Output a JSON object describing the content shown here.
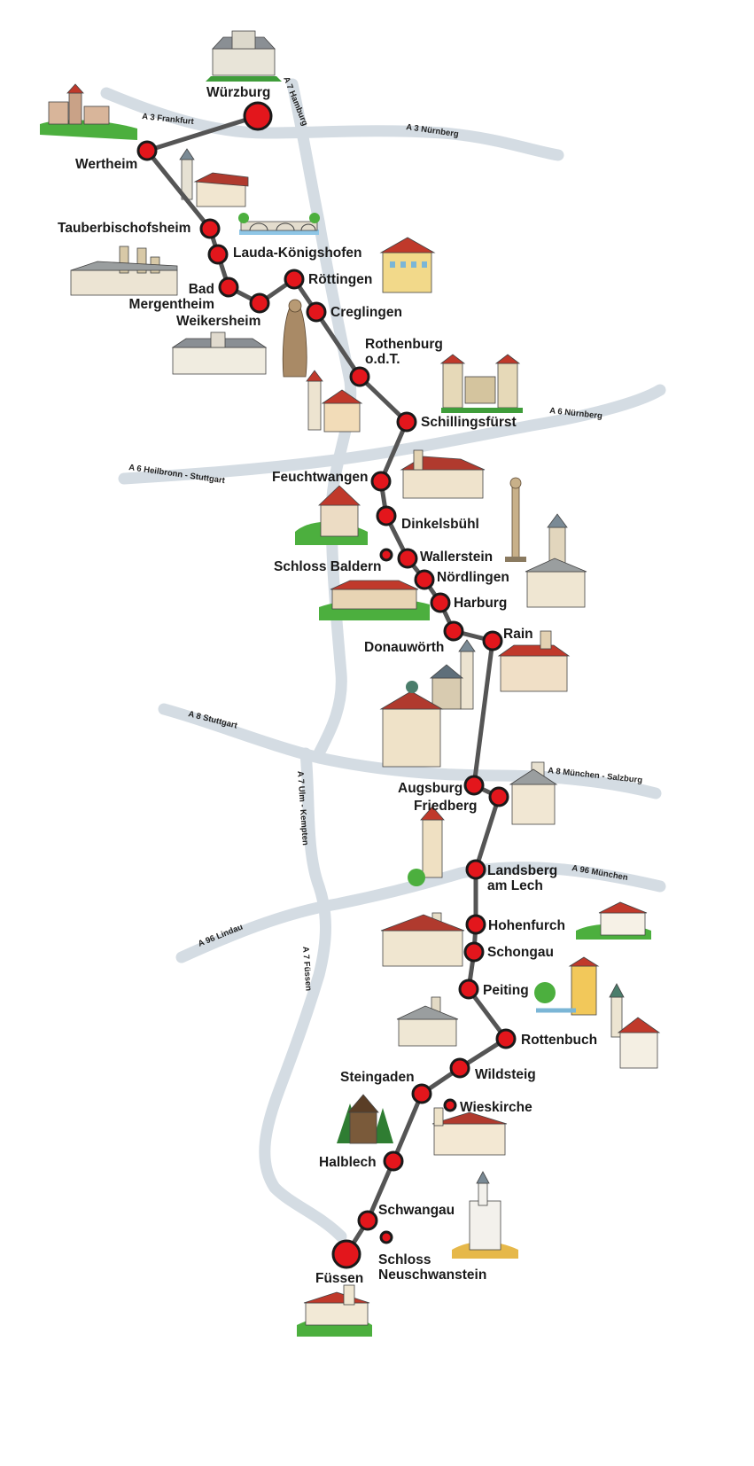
{
  "colors": {
    "route_line": "#555555",
    "stop_fill": "#e3161c",
    "stop_stroke": "#1a1a1a",
    "highway": "#d4dce3",
    "background": "#ffffff",
    "grass": "#4caf3e",
    "roof_red": "#c0392b"
  },
  "highways": [
    {
      "id": "a3-frankfurt",
      "label": "A 3 Frankfurt"
    },
    {
      "id": "a3-nurnberg",
      "label": "A 3 Nürnberg"
    },
    {
      "id": "a7-hamburg",
      "label": "A 7 Hamburg"
    },
    {
      "id": "a6-nurnberg",
      "label": "A 6 Nürnberg"
    },
    {
      "id": "a6-heilbronn",
      "label": "A 6 Heilbronn - Stuttgart"
    },
    {
      "id": "a8-stuttgart",
      "label": "A 8 Stuttgart"
    },
    {
      "id": "a8-munchen",
      "label": "A 8 München - Salzburg"
    },
    {
      "id": "a7-ulm",
      "label": "A 7 Ulm - Kempten"
    },
    {
      "id": "a96-munchen",
      "label": "A 96 München"
    },
    {
      "id": "a96-lindau",
      "label": "A 96 Lindau"
    },
    {
      "id": "a7-fussen",
      "label": "A 7 Füssen"
    }
  ],
  "stops": [
    {
      "id": "wurzburg",
      "lines": [
        "Würzburg"
      ]
    },
    {
      "id": "wertheim",
      "lines": [
        "Wertheim"
      ]
    },
    {
      "id": "tauberbischofsheim",
      "lines": [
        "Tauberbischofsheim"
      ]
    },
    {
      "id": "lauda",
      "lines": [
        "Lauda-Königshofen"
      ]
    },
    {
      "id": "bad-mergentheim",
      "lines": [
        "Bad",
        "Mergentheim"
      ]
    },
    {
      "id": "weikersheim",
      "lines": [
        "Weikersheim"
      ]
    },
    {
      "id": "rottingen",
      "lines": [
        "Röttingen"
      ]
    },
    {
      "id": "creglingen",
      "lines": [
        "Creglingen"
      ]
    },
    {
      "id": "rothenburg",
      "lines": [
        "Rothenburg",
        "o.d.T."
      ]
    },
    {
      "id": "schillingsfurst",
      "lines": [
        "Schillingsfürst"
      ]
    },
    {
      "id": "feuchtwangen",
      "lines": [
        "Feuchtwangen"
      ]
    },
    {
      "id": "dinkelsbuhl",
      "lines": [
        "Dinkelsbühl"
      ]
    },
    {
      "id": "schloss-baldern",
      "lines": [
        "Schloss Baldern"
      ]
    },
    {
      "id": "wallerstein",
      "lines": [
        "Wallerstein"
      ]
    },
    {
      "id": "nordlingen",
      "lines": [
        "Nördlingen"
      ]
    },
    {
      "id": "harburg",
      "lines": [
        "Harburg"
      ]
    },
    {
      "id": "donauworth",
      "lines": [
        "Donauwörth"
      ]
    },
    {
      "id": "rain",
      "lines": [
        "Rain"
      ]
    },
    {
      "id": "augsburg",
      "lines": [
        "Augsburg"
      ]
    },
    {
      "id": "friedberg",
      "lines": [
        "Friedberg"
      ]
    },
    {
      "id": "landsberg",
      "lines": [
        "Landsberg",
        "am Lech"
      ]
    },
    {
      "id": "hohenfurch",
      "lines": [
        "Hohenfurch"
      ]
    },
    {
      "id": "schongau",
      "lines": [
        "Schongau"
      ]
    },
    {
      "id": "peiting",
      "lines": [
        "Peiting"
      ]
    },
    {
      "id": "rottenbuch",
      "lines": [
        "Rottenbuch"
      ]
    },
    {
      "id": "wildsteig",
      "lines": [
        "Wildsteig"
      ]
    },
    {
      "id": "steingaden",
      "lines": [
        "Steingaden"
      ]
    },
    {
      "id": "wieskirche",
      "lines": [
        "Wieskirche"
      ]
    },
    {
      "id": "halblech",
      "lines": [
        "Halblech"
      ]
    },
    {
      "id": "schwangau",
      "lines": [
        "Schwangau"
      ]
    },
    {
      "id": "schloss-neuschwanstein",
      "lines": [
        "Schloss",
        "Neuschwanstein"
      ]
    },
    {
      "id": "fussen",
      "lines": [
        "Füssen"
      ]
    }
  ],
  "landmark_icons": [
    "palace-icon",
    "castle-icon",
    "church-icon",
    "bridge-icon",
    "town-hall-icon",
    "statue-icon",
    "tower-icon",
    "chapel-icon",
    "fortress-icon"
  ]
}
